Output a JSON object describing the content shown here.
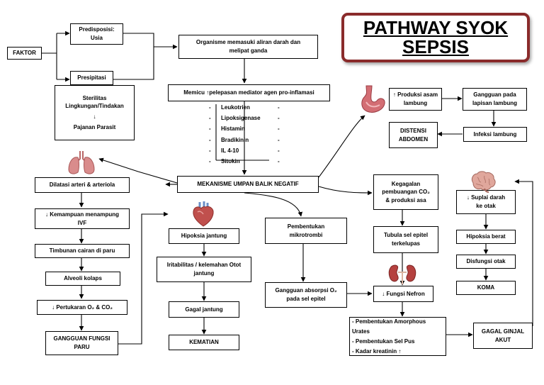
{
  "title": "PATHWAY SYOK\nSEPSIS",
  "nodes": {
    "faktor": "FAKTOR",
    "predisposisi": "Predisposisi:\nUsia",
    "presipitasi": "Presipitasi",
    "sterilitas": "Sterilitas\nLingkungan/Tindakan",
    "sterilitas_arrow": "↓",
    "pajanan": "Pajanan Parasit",
    "organisme": "Organisme memasuki aliran darah dan\nmelipat ganda",
    "memicu": "Memicu ↑pelepasan mediator agen pro-inflamasi",
    "mediators": [
      "Leukotrien",
      "Lipoksigenase",
      "Histamin",
      "Bradikinin",
      "IL 4-10",
      "Sitokin"
    ],
    "mekanisme": "MEKANISME UMPAN BALIK NEGATIF",
    "dilatasi": "Dilatasi arteri & arteriola",
    "kemampuan": "↓ Kemampuan menampung\nIVF",
    "timbunan": "Timbunan cairan di paru",
    "alveoli": "Alveoli kolaps",
    "pertukaran": "↓ Pertukaran O₂ & CO₂",
    "gangguan_paru": "GANGGUAN FUNGSI\nPARU",
    "hipoksia_jantung": "Hipoksia jantung",
    "iritabilitas": "Iritabilitas / kelemahan Otot\njantung",
    "gagal_jantung": "Gagal jantung",
    "kematian": "KEMATIAN",
    "mikrotrombi": "Pembentukan\nmikrotrombi",
    "absorpsi": "Gangguan absorpsi O₂\npada sel epitel",
    "kegagalan": "Kegagalan\npembuangan CO₂\n& produksi asa",
    "tubula": "Tubula sel epitel\nterkelupas",
    "fungsi_nefron": "↓ Fungsi Nefron",
    "urates_list": [
      "- Pembentukan Amorphous Urates",
      "- Pembentukan Sel Pus",
      "- Kadar kreatinin ↑"
    ],
    "gagal_ginjal": "GAGAL GINJAL\nAKUT",
    "asam": "↑ Produksi asam\nlambung",
    "gangguan_lambung": "Gangguan pada\nlapisan lambung",
    "infeksi": "Infeksi lambung",
    "distensi": "DISTENSI\nABDOMEN",
    "suplai": "↓ Suplai darah\nke otak",
    "hipoksia_berat": "Hipoksia berat",
    "disfungsi": "Disfungsi otak",
    "koma": "KOMA"
  },
  "icons": [
    "lungs-icon",
    "heart-icon",
    "stomach-icon",
    "kidneys-icon",
    "brain-icon"
  ],
  "colors": {
    "title_border": "#8a2b2b",
    "organ_red": "#c0504d"
  }
}
